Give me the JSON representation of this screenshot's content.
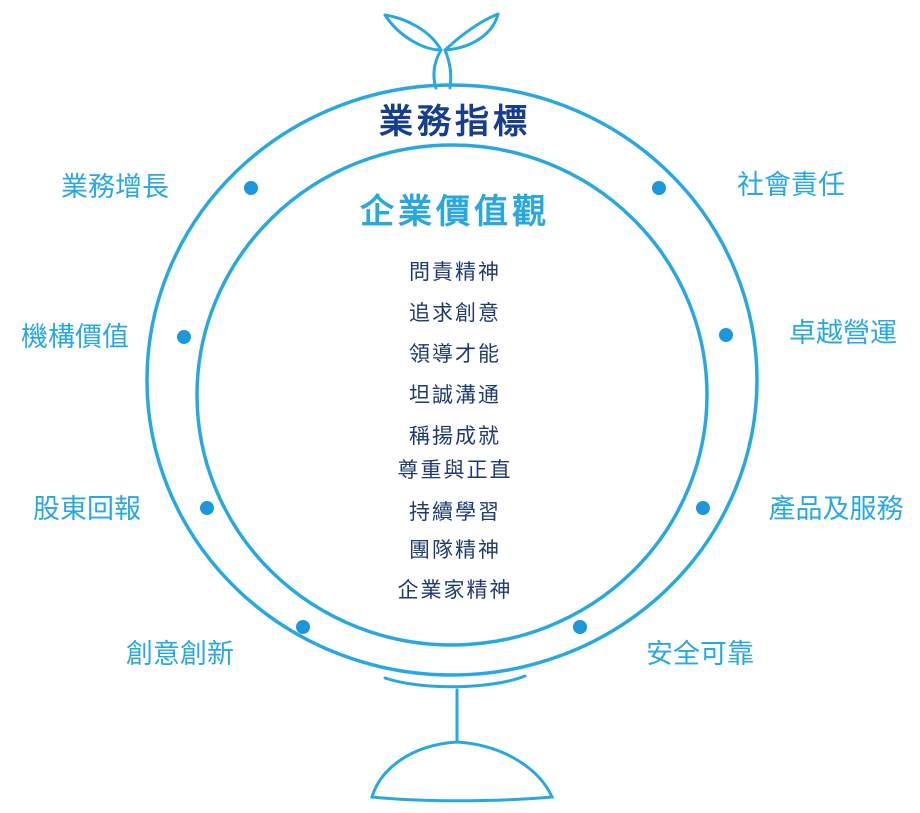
{
  "ring_title": "業務指標",
  "core_title": "企業價值觀",
  "values": [
    "問責精神",
    "追求創意",
    "領導才能",
    "坦誠溝通",
    "稱揚成就",
    "尊重與正直",
    "持續學習",
    "團隊精神",
    "企業家精神"
  ],
  "indicators": {
    "left": [
      "業務增長",
      "機構價值",
      "股東回報",
      "創意創新"
    ],
    "right": [
      "社會責任",
      "卓越營運",
      "產品及服務",
      "安全可靠"
    ]
  },
  "colors": {
    "line": "#29a8df",
    "dot": "#1e96dc",
    "ring_title": "#163e8c",
    "value_text": "#1f3a6e"
  }
}
